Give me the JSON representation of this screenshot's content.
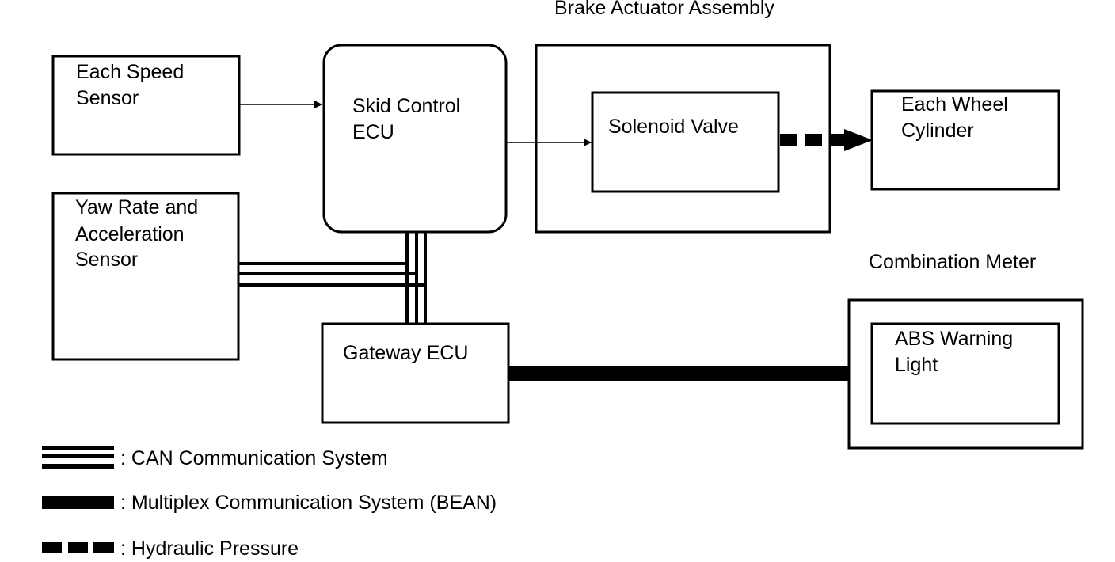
{
  "labels": {
    "brake_actuator_assembly": "Brake Actuator Assembly",
    "combination_meter": "Combination Meter"
  },
  "nodes": {
    "speed_sensor": [
      "Each Speed",
      "Sensor"
    ],
    "skid_control_ecu": [
      "Skid Control",
      "ECU"
    ],
    "solenoid_valve": [
      "Solenoid Valve"
    ],
    "wheel_cylinder": [
      "Each Wheel",
      "Cylinder"
    ],
    "yaw_rate_sensor": [
      "Yaw Rate and",
      "Acceleration",
      "Sensor"
    ],
    "gateway_ecu": [
      "Gateway ECU"
    ],
    "abs_warning_light": [
      "ABS Warning",
      "Light"
    ]
  },
  "legend": [
    {
      "line_style": "CAN",
      "text": ": CAN Communication System"
    },
    {
      "line_style": "BEAN",
      "text": ": Multiplex Communication System (BEAN)"
    },
    {
      "line_style": "hydraulic",
      "text": ": Hydraulic Pressure"
    }
  ],
  "colors": {
    "line": "#000000",
    "background": "#ffffff"
  }
}
